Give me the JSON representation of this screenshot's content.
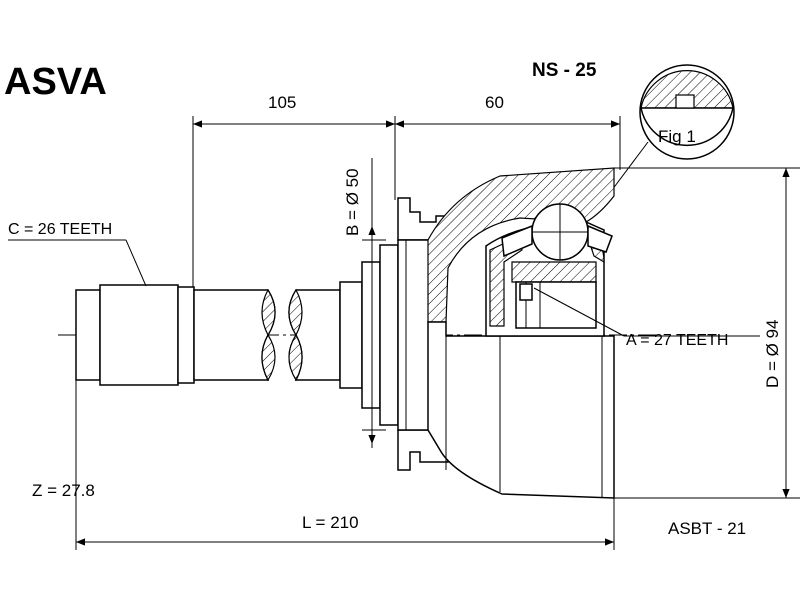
{
  "header": {
    "brand": "ASVA",
    "part_number": "NS - 25"
  },
  "figure": {
    "label": "Fig 1"
  },
  "dimensions": {
    "length_105": "105",
    "length_60": "60",
    "bore_b": "B = Ø 50",
    "outer_d": "D = Ø 94",
    "total_l": "L = 210",
    "z_value": "Z = 27.8"
  },
  "callouts": {
    "teeth_c": "C = 26 TEETH",
    "teeth_a": "A = 27 TEETH"
  },
  "footer": {
    "code": "ASBT - 21"
  }
}
